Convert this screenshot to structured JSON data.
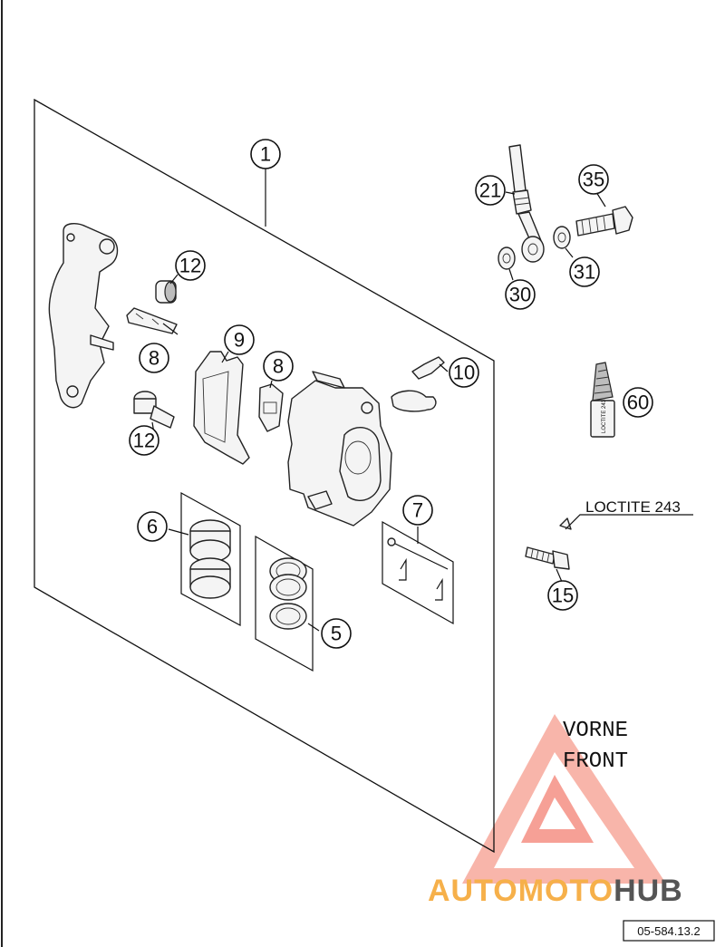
{
  "callouts": [
    {
      "id": "c1",
      "label": "1"
    },
    {
      "id": "c5",
      "label": "5"
    },
    {
      "id": "c6",
      "label": "6"
    },
    {
      "id": "c7",
      "label": "7"
    },
    {
      "id": "c8a",
      "label": "8"
    },
    {
      "id": "c8b",
      "label": "8"
    },
    {
      "id": "c9",
      "label": "9"
    },
    {
      "id": "c10",
      "label": "10"
    },
    {
      "id": "c12a",
      "label": "12"
    },
    {
      "id": "c12b",
      "label": "12"
    },
    {
      "id": "c15",
      "label": "15"
    },
    {
      "id": "c21",
      "label": "21"
    },
    {
      "id": "c30",
      "label": "30"
    },
    {
      "id": "c31",
      "label": "31"
    },
    {
      "id": "c35",
      "label": "35"
    },
    {
      "id": "c60",
      "label": "60"
    }
  ],
  "labels": {
    "loctite_note": "LOCTITE 243",
    "tube_label": "LOCTITE 243",
    "direction_1": "VORNE",
    "direction_2": "FRONT",
    "drawing_number": "05-584.13.2"
  },
  "watermark": {
    "part1": "AUTOMOTO",
    "part2": "HUB",
    "colors": {
      "accent": "#f26b5b",
      "accent_light": "#f9b8ad",
      "yellow": "#f6c04a",
      "dark": "#3c3c3c"
    }
  }
}
